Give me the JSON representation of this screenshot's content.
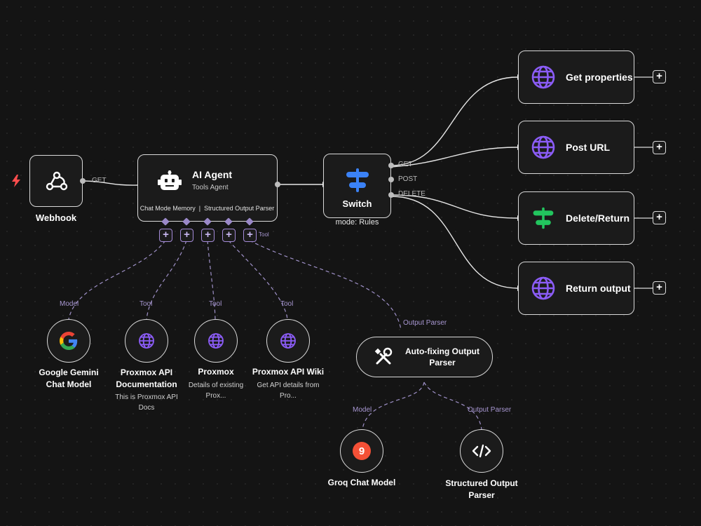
{
  "trigger_icon": "lightning-bolt-icon",
  "webhook": {
    "label": "Webhook",
    "icon": "webhook-icon",
    "out_label": "GET"
  },
  "agent": {
    "title": "AI Agent",
    "subtitle": "Tools Agent",
    "ports": "Chat Mode Memory  |  Structured Output Parser",
    "icon": "robot-icon",
    "plus_tail": "Tool"
  },
  "switch": {
    "label": "Switch",
    "mode": "mode: Rules",
    "icon": "switch-icon",
    "outputs": [
      "GET",
      "POST",
      "DELETE"
    ]
  },
  "outputs": [
    {
      "label": "Get properties",
      "icon": "globe-icon"
    },
    {
      "label": "Post URL",
      "icon": "globe-icon"
    },
    {
      "label": "Delete/Return",
      "icon": "switch-icon"
    },
    {
      "label": "Return output",
      "icon": "globe-icon"
    }
  ],
  "sub_nodes": [
    {
      "title": "Google Gemini Chat Model",
      "desc": "",
      "conn": "Model",
      "icon": "google-icon"
    },
    {
      "title": "Proxmox API Documentation",
      "desc": "This is Proxmox API Docs",
      "conn": "Tool",
      "icon": "globe-icon"
    },
    {
      "title": "Proxmox",
      "desc": "Details of existing Prox...",
      "conn": "Tool",
      "icon": "globe-icon"
    },
    {
      "title": "Proxmox API Wiki",
      "desc": "Get API details from Pro...",
      "conn": "Tool",
      "icon": "globe-icon"
    }
  ],
  "parser": {
    "title": "Auto-fixing Output Parser",
    "conn": "Output Parser",
    "icon": "tools-icon",
    "model": {
      "title": "Groq Chat Model",
      "conn": "Model",
      "icon": "groq-icon"
    },
    "structured": {
      "title": "Structured Output Parser",
      "conn": "Output Parser",
      "icon": "code-icon"
    }
  },
  "colors": {
    "canvas": "#141414",
    "border": "#d9d9d9",
    "sub_connection": "#a48bd8",
    "globe": "#8b5cf6",
    "switch_blue": "#3b82f6",
    "switch_green": "#22c55e",
    "groq": "#f55036",
    "trigger": "#ff4d4d"
  }
}
